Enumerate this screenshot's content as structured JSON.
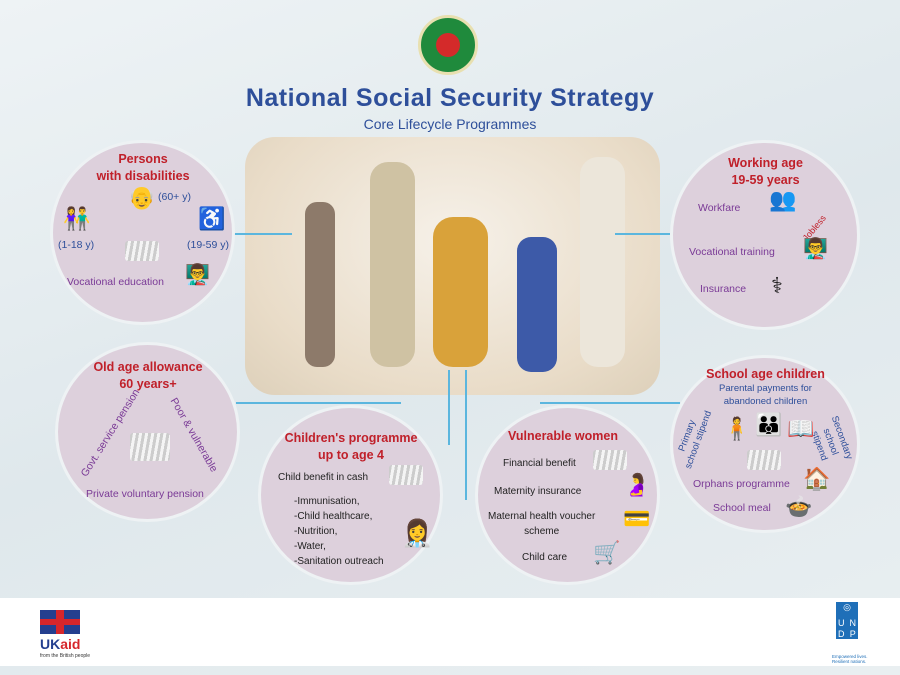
{
  "header": {
    "title": "National Social Security Strategy",
    "subtitle": "Core Lifecycle Programmes",
    "emblem": "government-of-bangladesh-seal"
  },
  "disabilities": {
    "title1": "Persons",
    "title2": "with disabilities",
    "age_old": "(60+ y)",
    "age_child": "(1-18 y)",
    "age_adult": "(19-59 y)",
    "vocational": "Vocational education"
  },
  "working": {
    "title1": "Working age",
    "title2": "19-59 years",
    "workfare": "Workfare",
    "jobless": "Jobless",
    "vocational": "Vocational training",
    "insurance": "Insurance"
  },
  "old_age": {
    "title1": "Old age allowance",
    "title2": "60 years+",
    "govt": "Govt. service pension",
    "poor": "Poor & vulnerable",
    "private": "Private voluntary pension"
  },
  "children": {
    "title1": "Children's programme",
    "title2": "up to age 4",
    "benefit": "Child benefit in cash",
    "items": [
      "-Immunisation,",
      "-Child healthcare,",
      "-Nutrition,",
      "-Water,",
      "-Sanitation outreach"
    ]
  },
  "women": {
    "title": "Vulnerable women",
    "financial": "Financial benefit",
    "maternity": "Maternity insurance",
    "voucher1": "Maternal health voucher",
    "voucher2": "scheme",
    "childcare": "Child care"
  },
  "school": {
    "title": "School age children",
    "parental1": "Parental payments for",
    "parental2": "abandoned children",
    "primary1": "Primary",
    "primary2": "school stipend",
    "secondary1": "Secondary",
    "secondary2": "school stipend",
    "orphans": "Orphans programme",
    "meal": "School meal"
  },
  "footer": {
    "ukaid_uk": "UK",
    "ukaid_aid": "aid",
    "ukaid_tag": "from the British people",
    "undp_letters": [
      "U",
      "N",
      "D",
      "P"
    ],
    "undp_tag1": "Empowered lives.",
    "undp_tag2": "Resilient nations."
  },
  "colors": {
    "title": "#2e4f9a",
    "heading": "#c0202a",
    "label": "#7a3a96",
    "connector": "#5bb6de",
    "circle": "#ddd0dc"
  }
}
